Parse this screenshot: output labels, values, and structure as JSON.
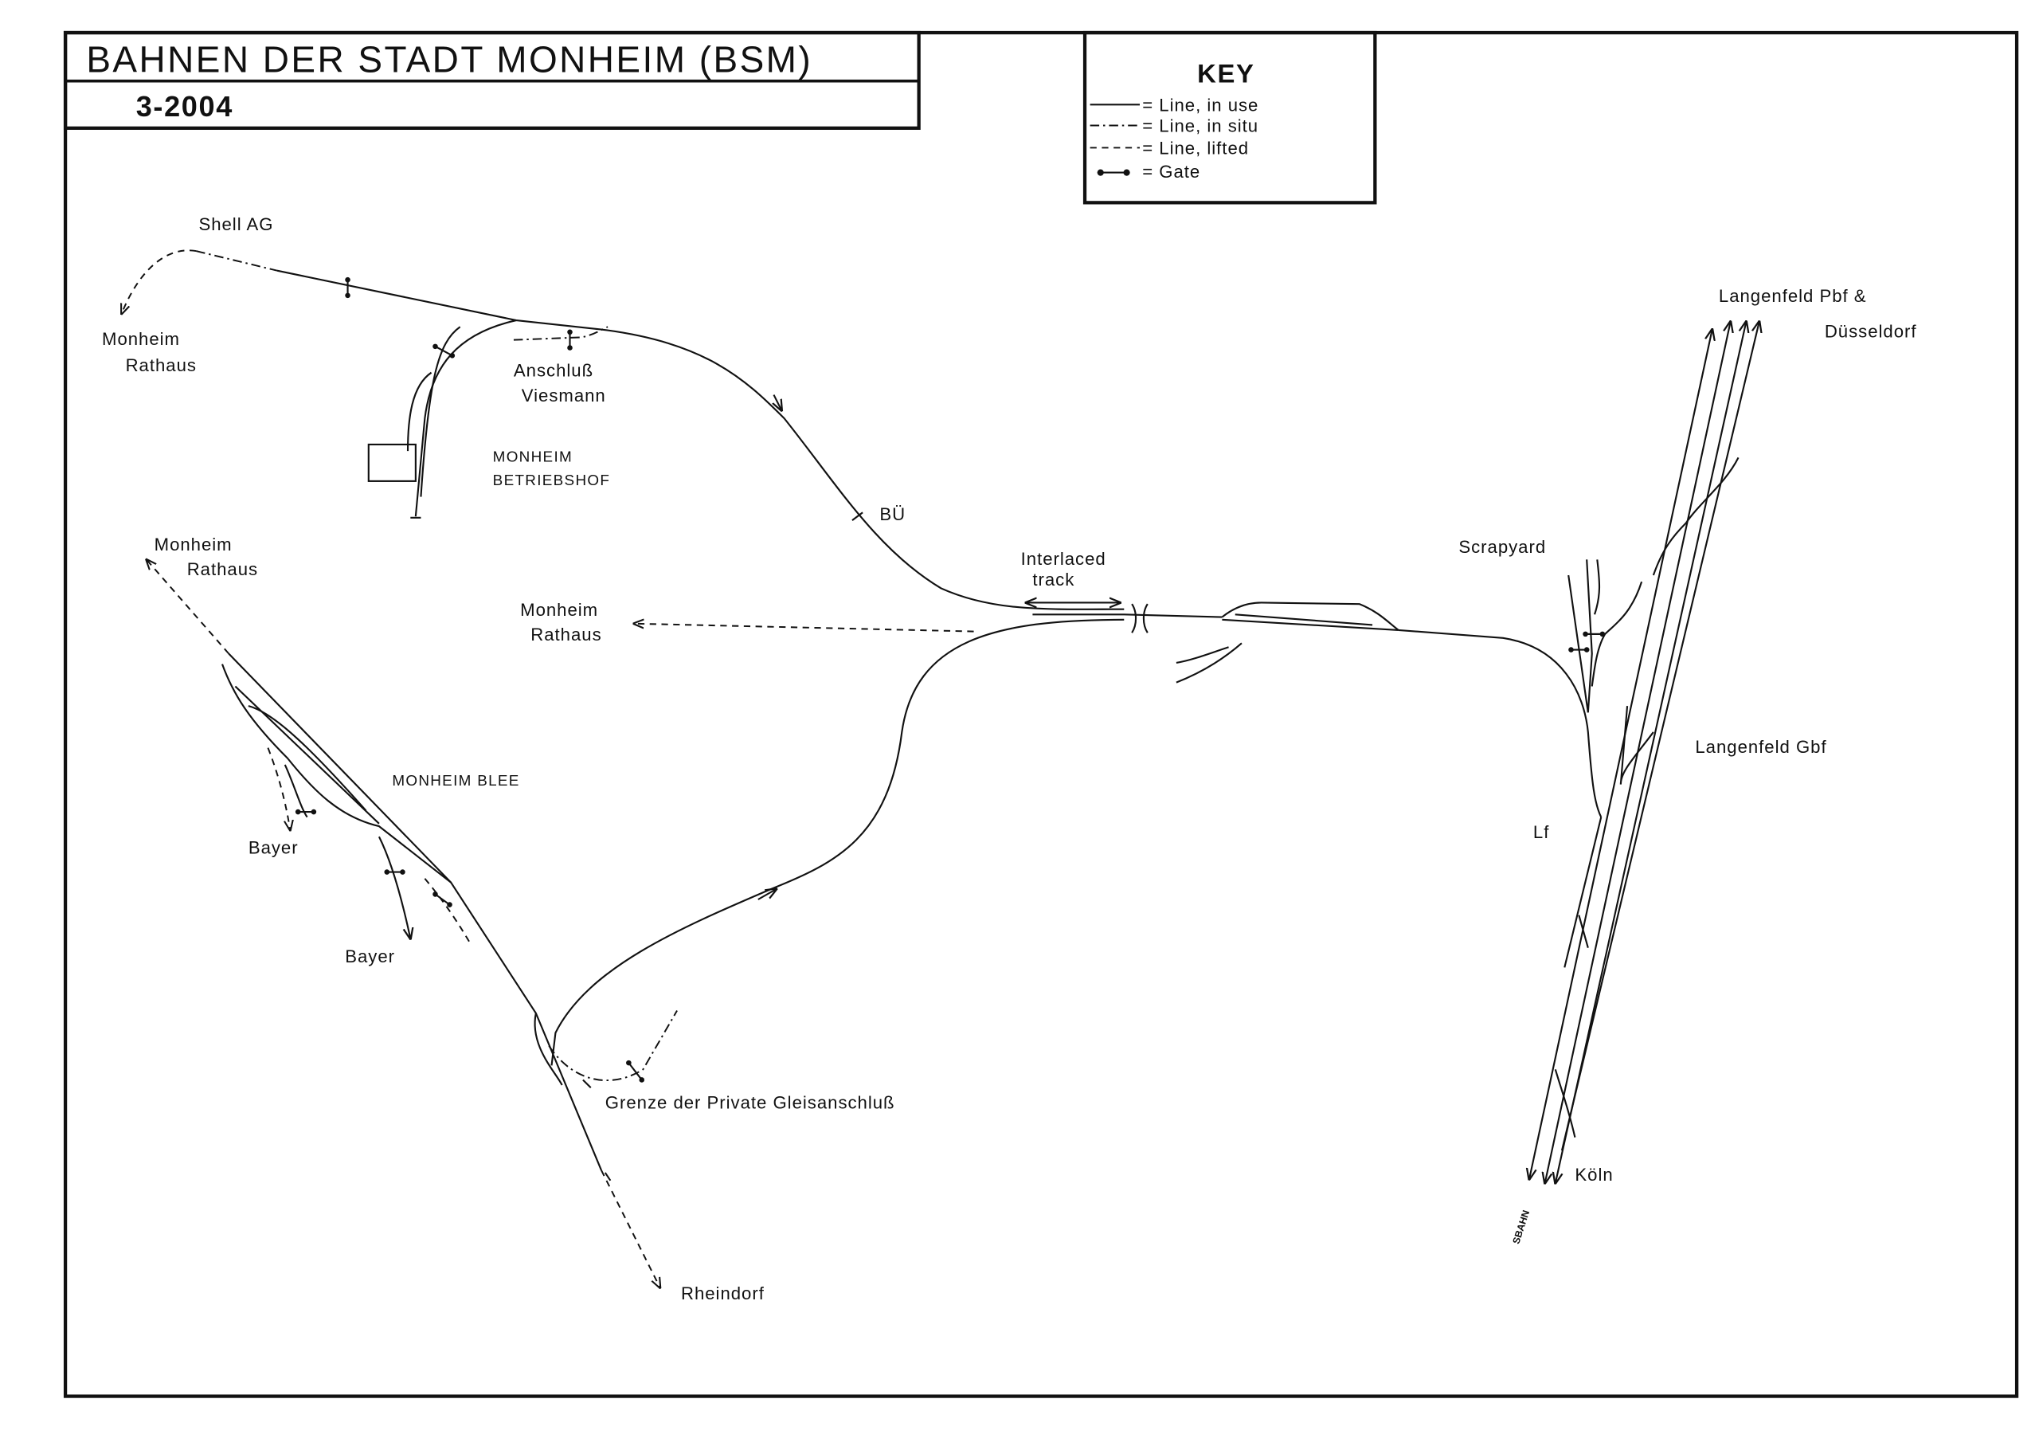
{
  "title": "BAHNEN DER STADT MONHEIM (BSM)",
  "date": "3-2004",
  "key": {
    "heading": "KEY",
    "items": [
      {
        "symbol": "solid-line",
        "label": "= Line, in use"
      },
      {
        "symbol": "dash-dot-line",
        "label": "= Line, in situ"
      },
      {
        "symbol": "dashed-line",
        "label": "= Line, lifted"
      },
      {
        "symbol": "gate",
        "label": "= Gate"
      }
    ]
  },
  "labels": {
    "shell": "Shell AG",
    "rathaus_nw_1": "Monheim",
    "rathaus_nw_2": "Rathaus",
    "viesmann_1": "Anschluß",
    "viesmann_2": "Viesmann",
    "betriebshof_1": "MONHEIM",
    "betriebshof_2": "BETRIEBSHOF",
    "bu": "BÜ",
    "interlaced_1": "Interlaced",
    "interlaced_2": "track",
    "rathaus_c_1": "Monheim",
    "rathaus_c_2": "Rathaus",
    "rathaus_w_1": "Monheim",
    "rathaus_w_2": "Rathaus",
    "blee": "MONHEIM BLEE",
    "bayer_1": "Bayer",
    "bayer_2": "Bayer",
    "grenze": "Grenze der Private Gleisanschluß",
    "rheindorf": "Rheindorf",
    "scrapyard": "Scrapyard",
    "langenfeld_pbf": "Langenfeld Pbf &",
    "dusseldorf": "Düsseldorf",
    "langenfeld_gbf": "Langenfeld Gbf",
    "lf": "Lf",
    "koln": "Köln",
    "sbahn": "SBAHN"
  }
}
